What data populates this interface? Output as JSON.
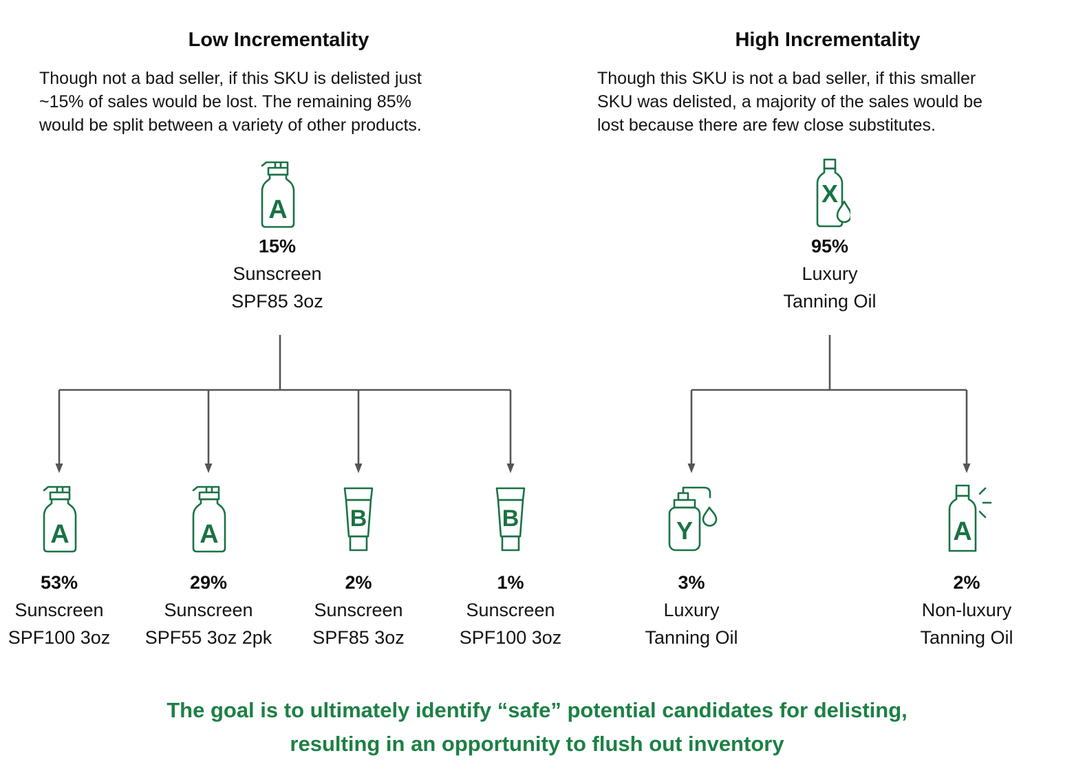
{
  "colors": {
    "icon_green": "#1a7244",
    "headline_green": "#1d8044",
    "connector_gray": "#555555",
    "text_black": "#141414"
  },
  "left": {
    "title": "Low Incrementality",
    "description": "Though not a bad seller, if this SKU is delisted just\n~15% of sales would be lost. The remaining 85%\nwould be split between a variety of other products.",
    "parent": {
      "icon": "pump-bottle-icon",
      "letter": "A",
      "percent": "15%",
      "line1": "Sunscreen",
      "line2": "SPF85 3oz"
    },
    "children": [
      {
        "icon": "pump-bottle-icon",
        "letter": "A",
        "percent": "53%",
        "line1": "Sunscreen",
        "line2": "SPF100 3oz"
      },
      {
        "icon": "pump-bottle-icon",
        "letter": "A",
        "percent": "29%",
        "line1": "Sunscreen",
        "line2": "SPF55 3oz 2pk"
      },
      {
        "icon": "tube-icon",
        "letter": "B",
        "percent": "2%",
        "line1": "Sunscreen",
        "line2": "SPF85 3oz"
      },
      {
        "icon": "tube-icon",
        "letter": "B",
        "percent": "1%",
        "line1": "Sunscreen",
        "line2": "SPF100 3oz"
      }
    ]
  },
  "right": {
    "title": "High Incrementality",
    "description": "Though this SKU is not a bad seller, if this smaller\nSKU was delisted, a majority of the sales would be\nlost because there are few close substitutes.",
    "parent": {
      "icon": "oil-bottle-drop-icon",
      "letter": "X",
      "percent": "95%",
      "line1": "Luxury",
      "line2": "Tanning Oil"
    },
    "children": [
      {
        "icon": "pump-oil-bottle-drop-icon",
        "letter": "Y",
        "percent": "3%",
        "line1": "Luxury",
        "line2": "Tanning Oil"
      },
      {
        "icon": "shine-bottle-icon",
        "letter": "A",
        "percent": "2%",
        "line1": "Non-luxury",
        "line2": "Tanning Oil"
      }
    ]
  },
  "footer": "The goal is to ultimately identify “safe” potential candidates for delisting,\nresulting in an opportunity to flush out inventory"
}
